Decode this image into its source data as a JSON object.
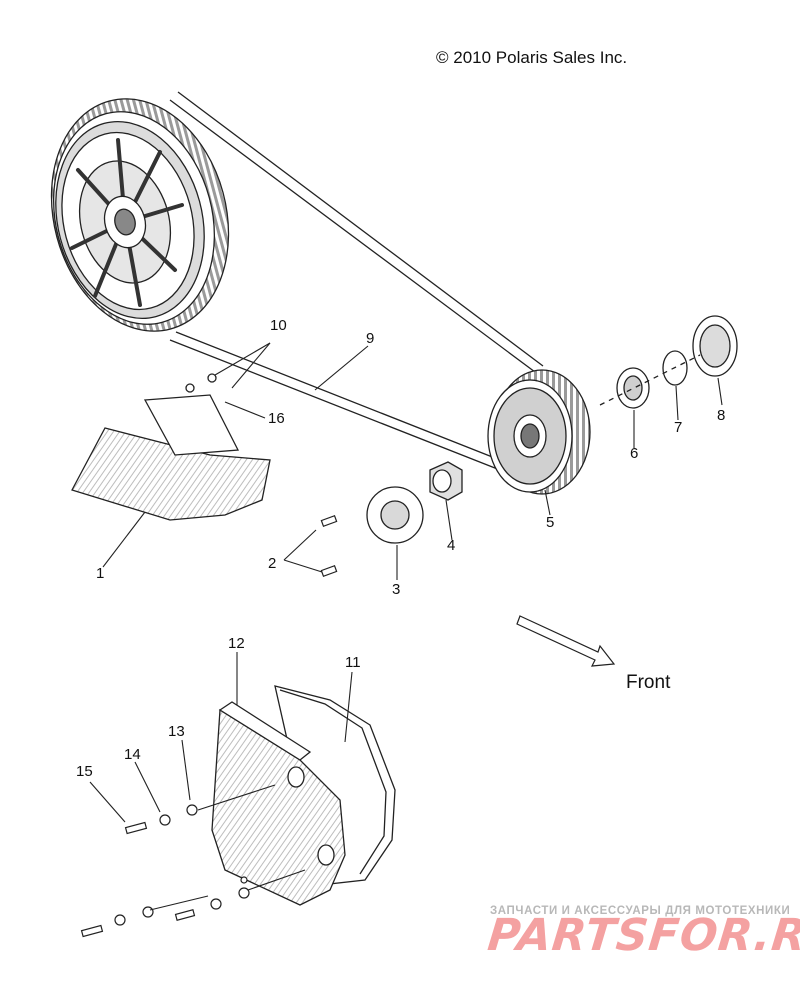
{
  "copyright": "© 2010 Polaris Sales Inc.",
  "direction_label": "Front",
  "callouts": [
    "1",
    "2",
    "3",
    "4",
    "5",
    "6",
    "7",
    "8",
    "9",
    "10",
    "11",
    "12",
    "13",
    "14",
    "15",
    "16"
  ],
  "watermark": {
    "tagline": "ЗАПЧАСТИ И АКСЕССУАРЫ ДЛЯ МОТОТЕХНИКИ",
    "logo_text": "PARTSFOR.RU"
  },
  "colors": {
    "line": "#222222",
    "shade": "#b5b5b5",
    "watermark": "#f4a1a1"
  }
}
